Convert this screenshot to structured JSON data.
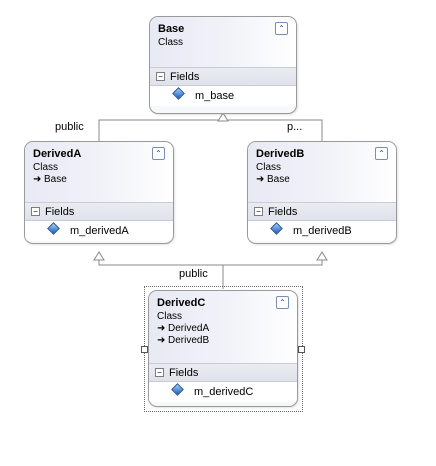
{
  "classes": {
    "base": {
      "name": "Base",
      "stereotype": "Class",
      "inherits": [],
      "section": "Fields",
      "fields": [
        "m_base"
      ]
    },
    "derivedA": {
      "name": "DerivedA",
      "stereotype": "Class",
      "inherits": [
        "Base"
      ],
      "section": "Fields",
      "fields": [
        "m_derivedA"
      ]
    },
    "derivedB": {
      "name": "DerivedB",
      "stereotype": "Class",
      "inherits": [
        "Base"
      ],
      "section": "Fields",
      "fields": [
        "m_derivedB"
      ]
    },
    "derivedC": {
      "name": "DerivedC",
      "stereotype": "Class",
      "inherits": [
        "DerivedA",
        "DerivedB"
      ],
      "section": "Fields",
      "fields": [
        "m_derivedC"
      ]
    }
  },
  "connector_labels": {
    "derivedA_to_base": "public",
    "derivedB_to_base": "p...",
    "derivedC_to_parents": "public"
  },
  "icons": {
    "collapse": "double-chevron-up-icon",
    "field": "field-diamond-icon",
    "inherits": "inheritance-arrow-icon",
    "section_toggle": "minus-icon"
  },
  "colors": {
    "header_gradient": "#e7e9f4",
    "section_bar": "#e3e6ee",
    "field_icon": "#1f5db3",
    "border": "#9a9a9a",
    "connector": "#8a8a8a"
  }
}
